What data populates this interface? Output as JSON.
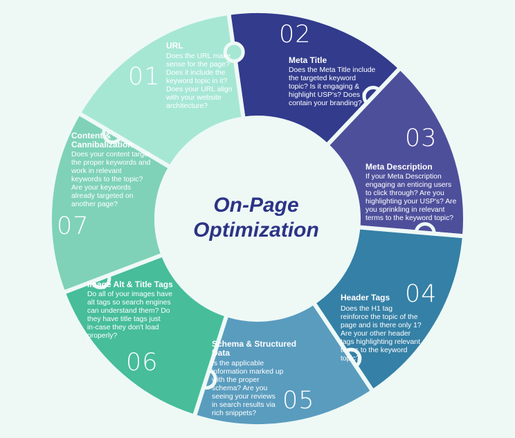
{
  "center": {
    "line1": "On-Page",
    "line2": "Optimization"
  },
  "colors": {
    "background": "#eef9f6",
    "center_circle": "#eef9f6",
    "center_text": "#2c3485",
    "segments": [
      "#323b8c",
      "#4e4f9b",
      "#3580a6",
      "#5a9cbe",
      "#47bd9a",
      "#7fd2b7",
      "#a6e7d4"
    ]
  },
  "segments": [
    {
      "number": "01",
      "title": "URL",
      "body": [
        "Does the URL make",
        "sense for the page?",
        "Does it include the",
        "keyword topic in it?",
        "Does your URL align",
        "with your website",
        "architecture?"
      ]
    },
    {
      "number": "02",
      "title": "Meta Title",
      "body": [
        "Does the Meta Title include",
        "the targeted keyword",
        "topic? Is it engaging &",
        "highlight USP's? Does it",
        "contain your branding?"
      ]
    },
    {
      "number": "03",
      "title": "Meta Description",
      "body": [
        "If your Meta Description",
        "engaging an enticing users",
        "to click through? Are you",
        "highlighting your USP's? Are",
        "you sprinkling in relevant",
        "terms to the keyword topic?"
      ]
    },
    {
      "number": "04",
      "title": "Header Tags",
      "body": [
        "Does the H1 tag",
        "reinforce the topic of the",
        "page and is there only 1?",
        "Are your other header",
        "tags highlighting relevant",
        "terms to the keyword",
        "topic?"
      ]
    },
    {
      "number": "05",
      "title": [
        "Schema & Structured",
        "Data"
      ],
      "body": [
        "Is the applicable",
        "information marked up",
        "with the proper",
        "schema? Are you",
        "seeing your reviews",
        "in search results via",
        "rich snippets?"
      ]
    },
    {
      "number": "06",
      "title": "Image Alt & Title Tags",
      "body": [
        "Do all of your images have",
        "alt tags so search engines",
        "can understand them? Do",
        "they have title tags just",
        "in-case they don't load",
        "properly?"
      ]
    },
    {
      "number": "07",
      "title": [
        "Content &",
        "Cannibalization"
      ],
      "body": [
        "Does your content target",
        "the proper keywords and",
        "work in relevant",
        "keywords to the topic?",
        "Are your keywords",
        "already targeted on",
        "another page?"
      ]
    }
  ]
}
